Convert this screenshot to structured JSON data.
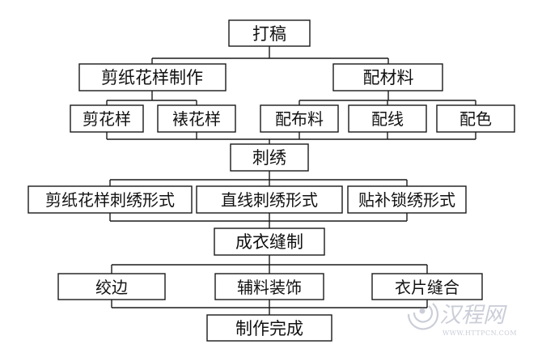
{
  "diagram": {
    "stroke_color": "#1a1a1a",
    "fill_color": "#ffffff",
    "text_color": "#111111",
    "nodes": [
      {
        "id": "sketch",
        "label": "打稿"
      },
      {
        "id": "papercut-making",
        "label": "剪纸花样制作"
      },
      {
        "id": "materials",
        "label": "配材料"
      },
      {
        "id": "cut-pattern",
        "label": "剪花样"
      },
      {
        "id": "mount-pattern",
        "label": "裱花样"
      },
      {
        "id": "cloth",
        "label": "配布料"
      },
      {
        "id": "thread",
        "label": "配线"
      },
      {
        "id": "color",
        "label": "配色"
      },
      {
        "id": "embroidery",
        "label": "刺绣"
      },
      {
        "id": "papercut-embroidery",
        "label": "剪纸花样刺绣形式"
      },
      {
        "id": "straight-embroidery",
        "label": "直线刺绣形式"
      },
      {
        "id": "applique-embroidery",
        "label": "贴补锁绣形式"
      },
      {
        "id": "sewing",
        "label": "成衣缝制"
      },
      {
        "id": "edging",
        "label": "绞边"
      },
      {
        "id": "accessories",
        "label": "辅料装饰"
      },
      {
        "id": "panel-joining",
        "label": "衣片缝合"
      },
      {
        "id": "finished",
        "label": "制作完成"
      }
    ]
  },
  "watermark": {
    "logo_text": "汉程网",
    "url_text": "WWW.HTTPCN.COM",
    "color": "#c9ccd6"
  }
}
